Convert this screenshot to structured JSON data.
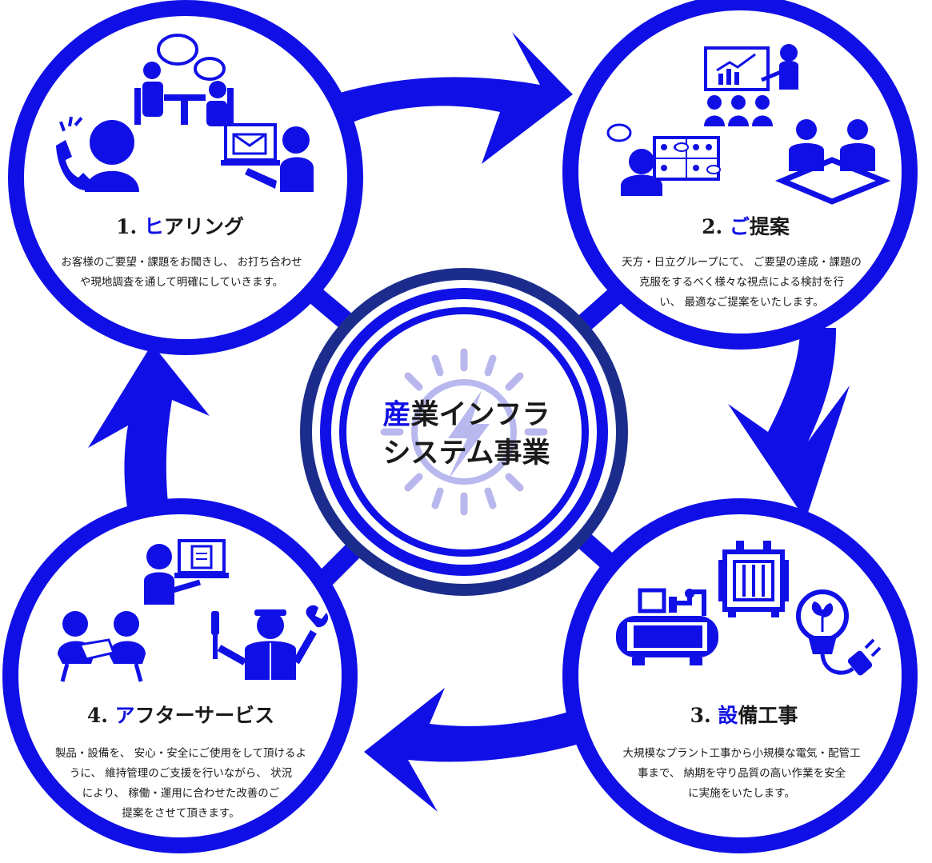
{
  "colors": {
    "blue": "#1010e6",
    "navy": "#1c2c8c",
    "text": "#1a1a1a",
    "faint": "#b8b8ee"
  },
  "center": {
    "line1_accent": "産",
    "line1_rest": "業インフラ",
    "line2": "システム事業"
  },
  "steps": [
    {
      "number": "1.",
      "title_accent": "ヒ",
      "title_rest": "アリング",
      "lines": [
        "お客様のご要望・課題をお聞きし、 お打ち合わせ",
        "や現地調査を通して明確にしていきます。"
      ],
      "icons": [
        "chat-bubbles-icon",
        "meeting-table-icon",
        "phone-call-icon",
        "email-laptop-icon"
      ]
    },
    {
      "number": "2.",
      "title_accent": "ご",
      "title_rest": "提案",
      "lines": [
        "天方・日立グループにて、 ご要望の達成・課題の",
        "克服をするべく様々な視点による検討を行",
        "い、 最適なご提案をいたします。"
      ],
      "icons": [
        "presentation-icon",
        "web-conference-icon",
        "handshake-desk-icon"
      ]
    },
    {
      "number": "3.",
      "title_accent": "設",
      "title_rest": "備工事",
      "lines": [
        "大規模なプラント工事から小規模な電気・配管工",
        "事まで、 納期を守り品質の高い作業を安全",
        "に実施をいたします。"
      ],
      "icons": [
        "transformer-icon",
        "motor-pump-icon",
        "eco-bulb-plug-icon"
      ]
    },
    {
      "number": "4.",
      "title_accent": "ア",
      "title_rest": "フターサービス",
      "lines": [
        "製品・設備を、 安心・安全にご使用をして頂けるよ",
        "うに、 維持管理のご支援を行いながら、 状況",
        "により、 稼働・運用に合わせた改善のご",
        "提案をさせて頂きます。"
      ],
      "icons": [
        "document-laptop-icon",
        "handover-icon",
        "technician-tools-icon"
      ]
    }
  ]
}
